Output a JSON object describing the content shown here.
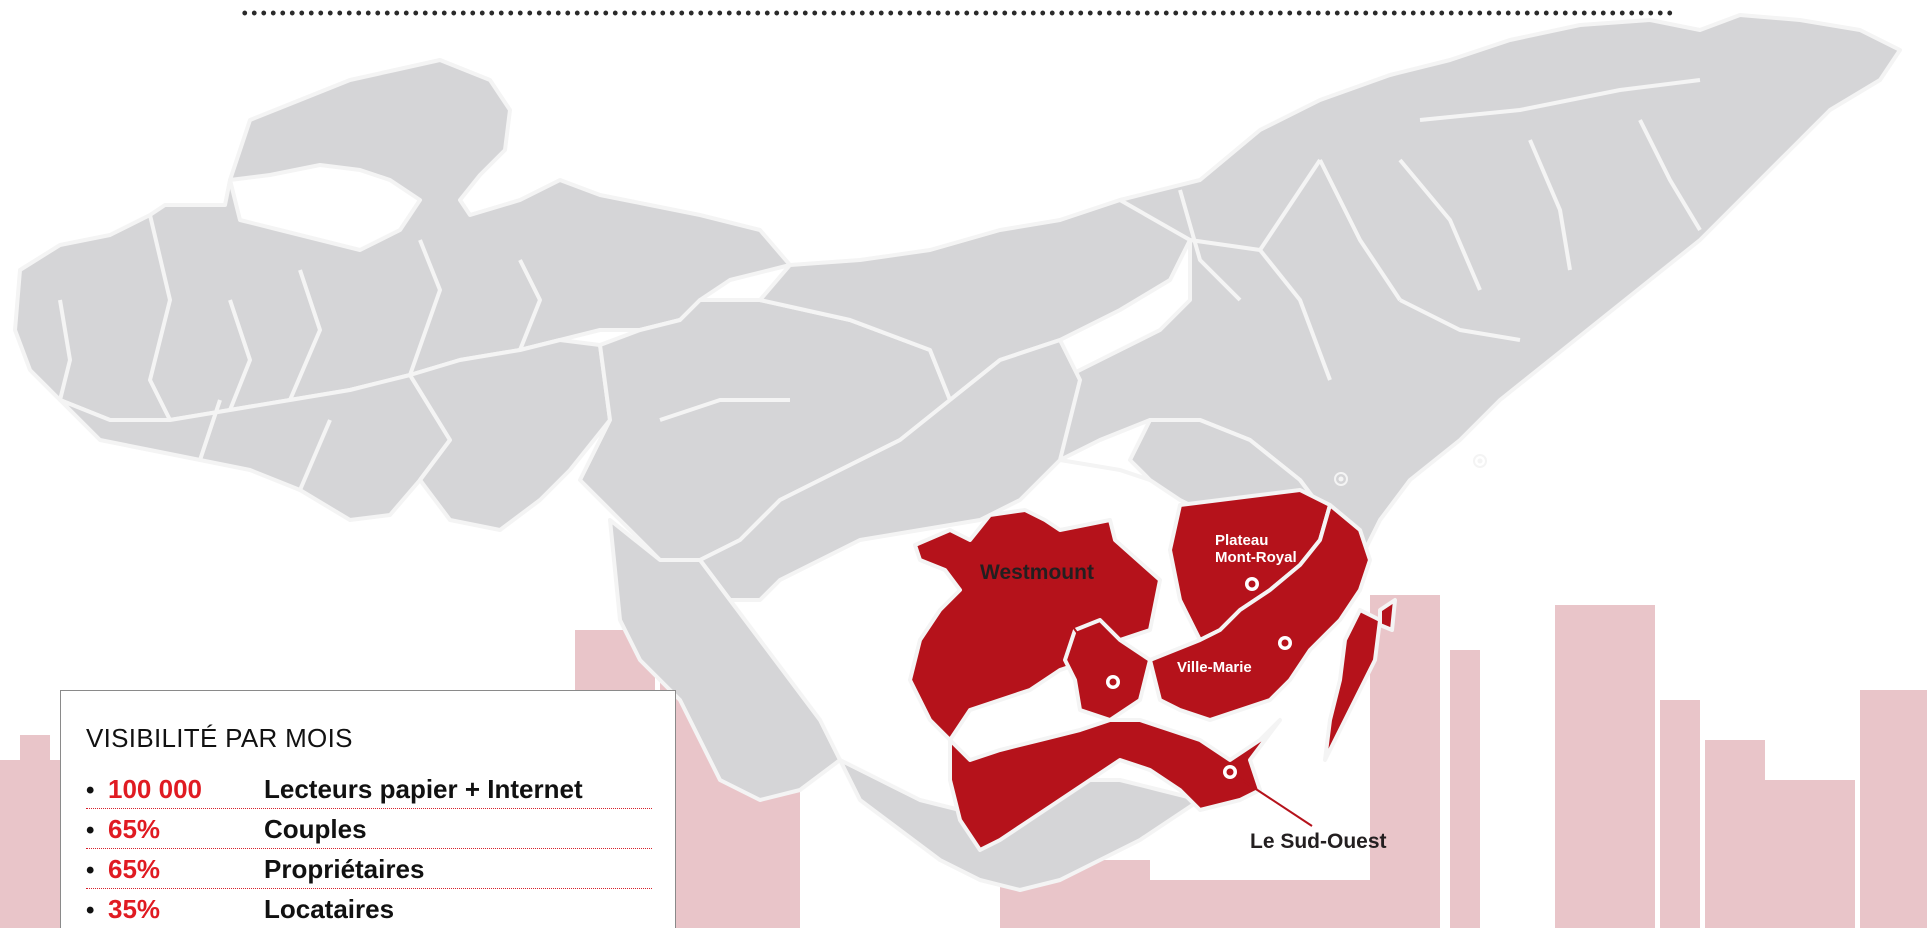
{
  "map": {
    "labels": {
      "westmount": "Westmount",
      "plateau": "Plateau\nMont-Royal",
      "ville_marie": "Ville-Marie",
      "sud_ouest": "Le Sud-Ouest"
    },
    "highlighted_districts": [
      "Westmount",
      "Plateau Mont-Royal",
      "Ville-Marie",
      "Le Sud-Ouest"
    ],
    "colors": {
      "highlight": "#b5121b",
      "district": "#d5d5d7",
      "skyline": "#e9c5c9",
      "accent_text": "#e01b22"
    }
  },
  "panel": {
    "title": "VISIBILITÉ PAR MOIS",
    "bullet": "•",
    "stats": [
      {
        "value": "100 000",
        "label": "Lecteurs papier + Internet"
      },
      {
        "value": "65%",
        "label": "Couples"
      },
      {
        "value": "65%",
        "label": "Propriétaires"
      },
      {
        "value": "35%",
        "label": "Locataires"
      }
    ]
  }
}
